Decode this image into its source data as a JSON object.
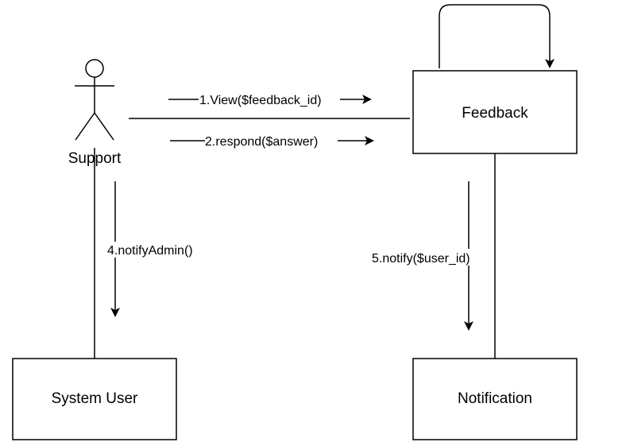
{
  "diagram": {
    "actor": {
      "name": "Support"
    },
    "objects": {
      "feedback": "Feedback",
      "system_user": "System User",
      "notification": "Notification"
    },
    "messages": {
      "view": "1.View($feedback_id)",
      "respond": "2.respond($answer)",
      "notify_admin": "4.notifyAdmin()",
      "notify_user": "5.notify($user_id)"
    }
  }
}
